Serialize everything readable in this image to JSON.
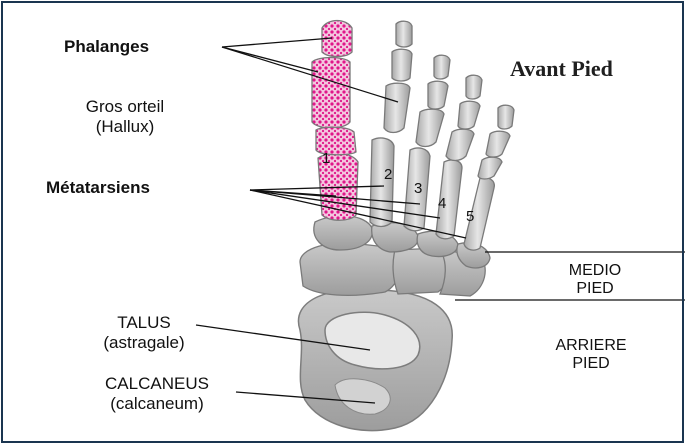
{
  "title": "Avant Pied",
  "labels": {
    "phalanges": "Phalanges",
    "gros_orteil_line1": "Gros orteil",
    "gros_orteil_line2": "(Hallux)",
    "metatarsiens": "Métatarsiens",
    "talus_line1": "TALUS",
    "talus_line2": "(astragale)",
    "calcaneus_line1": "CALCANEUS",
    "calcaneus_line2": "(calcaneum)",
    "medio_line1": "MEDIO",
    "medio_line2": "PIED",
    "arriere_line1": "ARRIERE",
    "arriere_line2": "PIED"
  },
  "metatarsal_numbers": [
    "1",
    "2",
    "3",
    "4",
    "5"
  ],
  "colors": {
    "bone": "#d9d9d9",
    "bone_shadow": "#9a9a9a",
    "highlight": "#e0168a",
    "frame": "#1a3550"
  }
}
